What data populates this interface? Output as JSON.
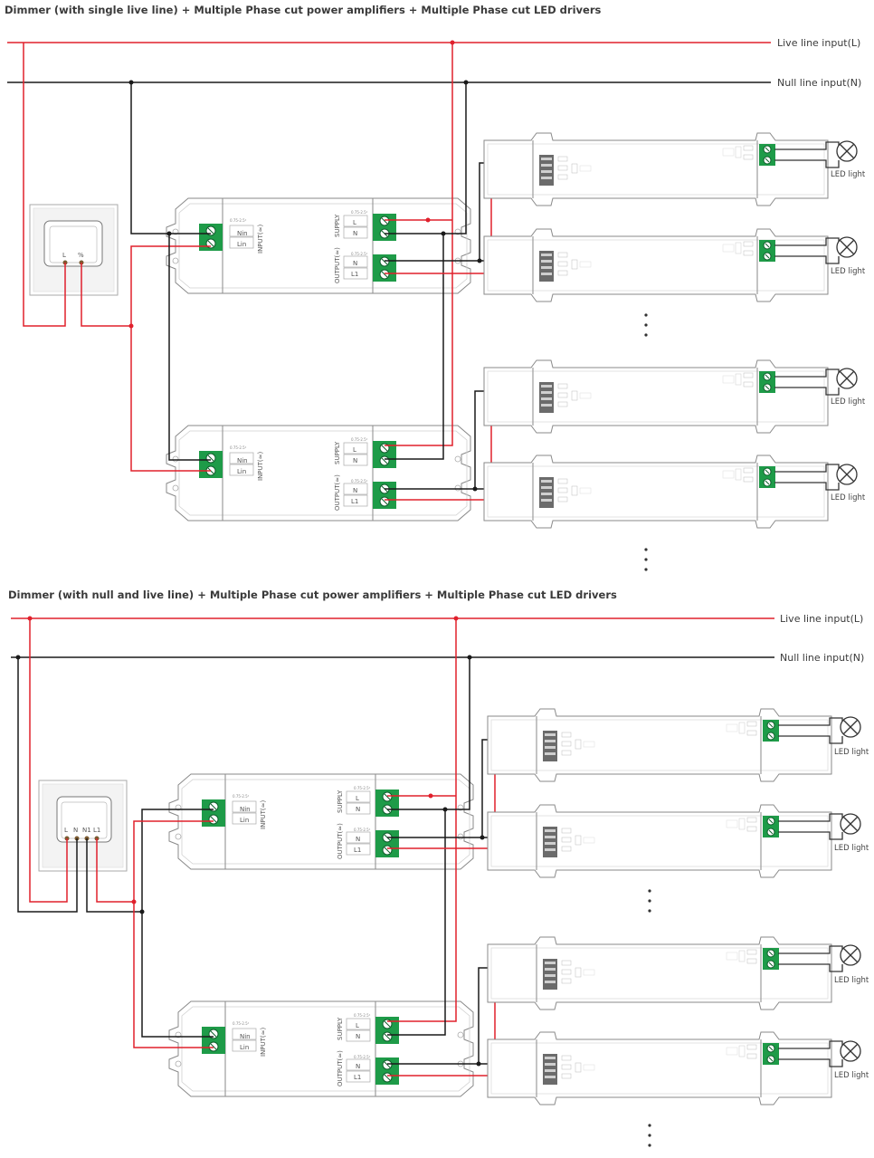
{
  "diagrams": [
    {
      "title": "Dimmer (with single live line) + Multiple Phase cut power amplifiers + Multiple Phase cut LED drivers",
      "live_label": "Live line input(L)",
      "null_label": "Null line input(N)",
      "dimmer_terminals": [
        "L",
        "%"
      ]
    },
    {
      "title": "Dimmer (with null and live line) + Multiple Phase cut power amplifiers + Multiple Phase cut LED drivers",
      "live_label": "Live line input(L)",
      "null_label": "Null line input(N)",
      "dimmer_terminals": [
        "L",
        "N",
        "N1",
        "L1"
      ]
    }
  ],
  "amplifier": {
    "input_terminals": [
      "Nin",
      "Lin"
    ],
    "input_label": "INPUT(≈)",
    "supply_label": "SUPPLY",
    "supply_terminals": [
      "L",
      "N"
    ],
    "output_label": "OUTPUT(≈)",
    "output_terminals": [
      "N",
      "L1"
    ],
    "wire_spec": "0.75-2.5²"
  },
  "led_label": "LED light",
  "colors": {
    "live": "#e0202c",
    "null": "#1a1a1a",
    "terminal": "#1e9b48",
    "outline": "#8a8a8a"
  }
}
